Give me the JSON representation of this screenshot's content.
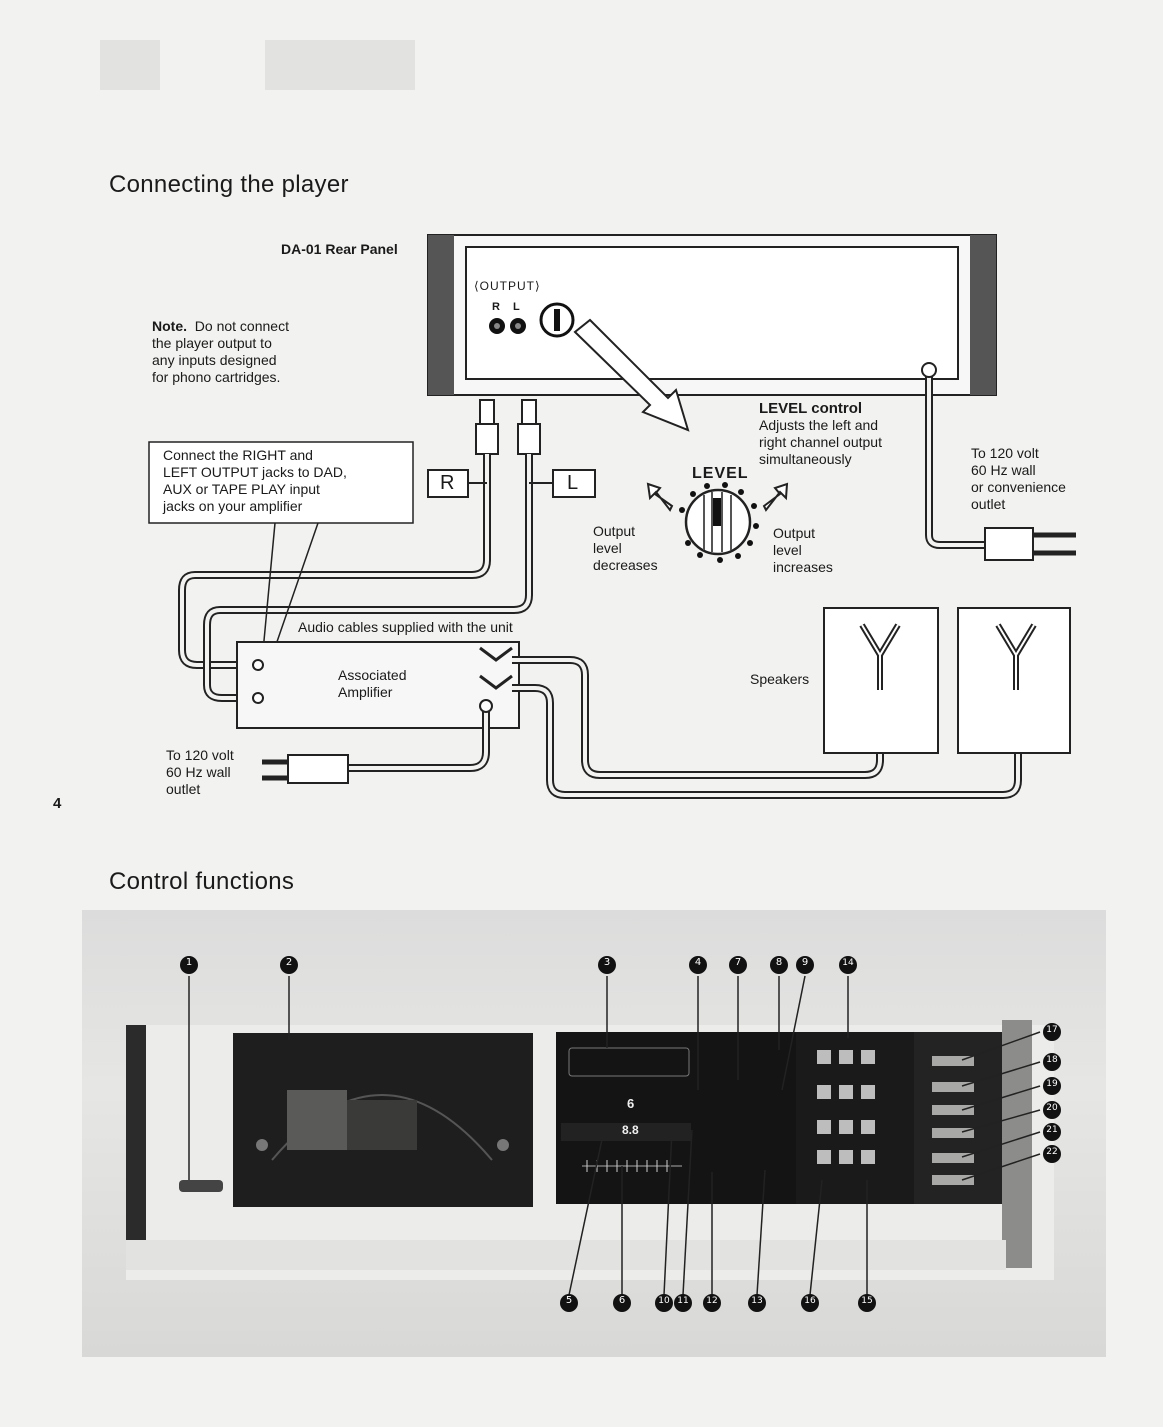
{
  "page_number": "4",
  "section1": {
    "title": "Connecting the player",
    "rear_panel_label": "DA-01 Rear Panel",
    "output_label": "⟨OUTPUT⟩",
    "jack_r": "R",
    "jack_l": "L",
    "note_title": "Note.",
    "note_lines": [
      "Do not connect",
      "the player output to",
      "any inputs designed",
      "for phono cartridges."
    ],
    "connect_lines": [
      "Connect the RIGHT and",
      "LEFT OUTPUT jacks to DAD,",
      "AUX or TAPE PLAY input",
      "jacks on your amplifier"
    ],
    "plug_r": "R",
    "plug_l": "L",
    "level_title": "LEVEL control",
    "level_desc": [
      "Adjusts the left and",
      "right channel output",
      "simultaneously"
    ],
    "level_knob_label": "LEVEL",
    "output_decreases": [
      "Output",
      "level",
      "decreases"
    ],
    "output_increases": [
      "Output",
      "level",
      "increases"
    ],
    "wall_outlet_right": [
      "To 120 volt",
      "60 Hz wall",
      "or convenience",
      "outlet"
    ],
    "audio_cables": "Audio cables supplied with the unit",
    "amplifier": [
      "Associated",
      "Amplifier"
    ],
    "speakers": "Speakers",
    "wall_outlet_left": [
      "To 120 volt",
      "60 Hz wall",
      "outlet"
    ]
  },
  "section2": {
    "title": "Control functions",
    "track_no_display": "6",
    "track_time_display": "8.8",
    "callouts_top": [
      "1",
      "2",
      "3",
      "4",
      "7",
      "8",
      "9",
      "14"
    ],
    "callouts_right": [
      "17",
      "18",
      "19",
      "20",
      "21",
      "22"
    ],
    "callouts_bottom": [
      "5",
      "6",
      "10",
      "11",
      "12",
      "13",
      "16",
      "15"
    ]
  }
}
